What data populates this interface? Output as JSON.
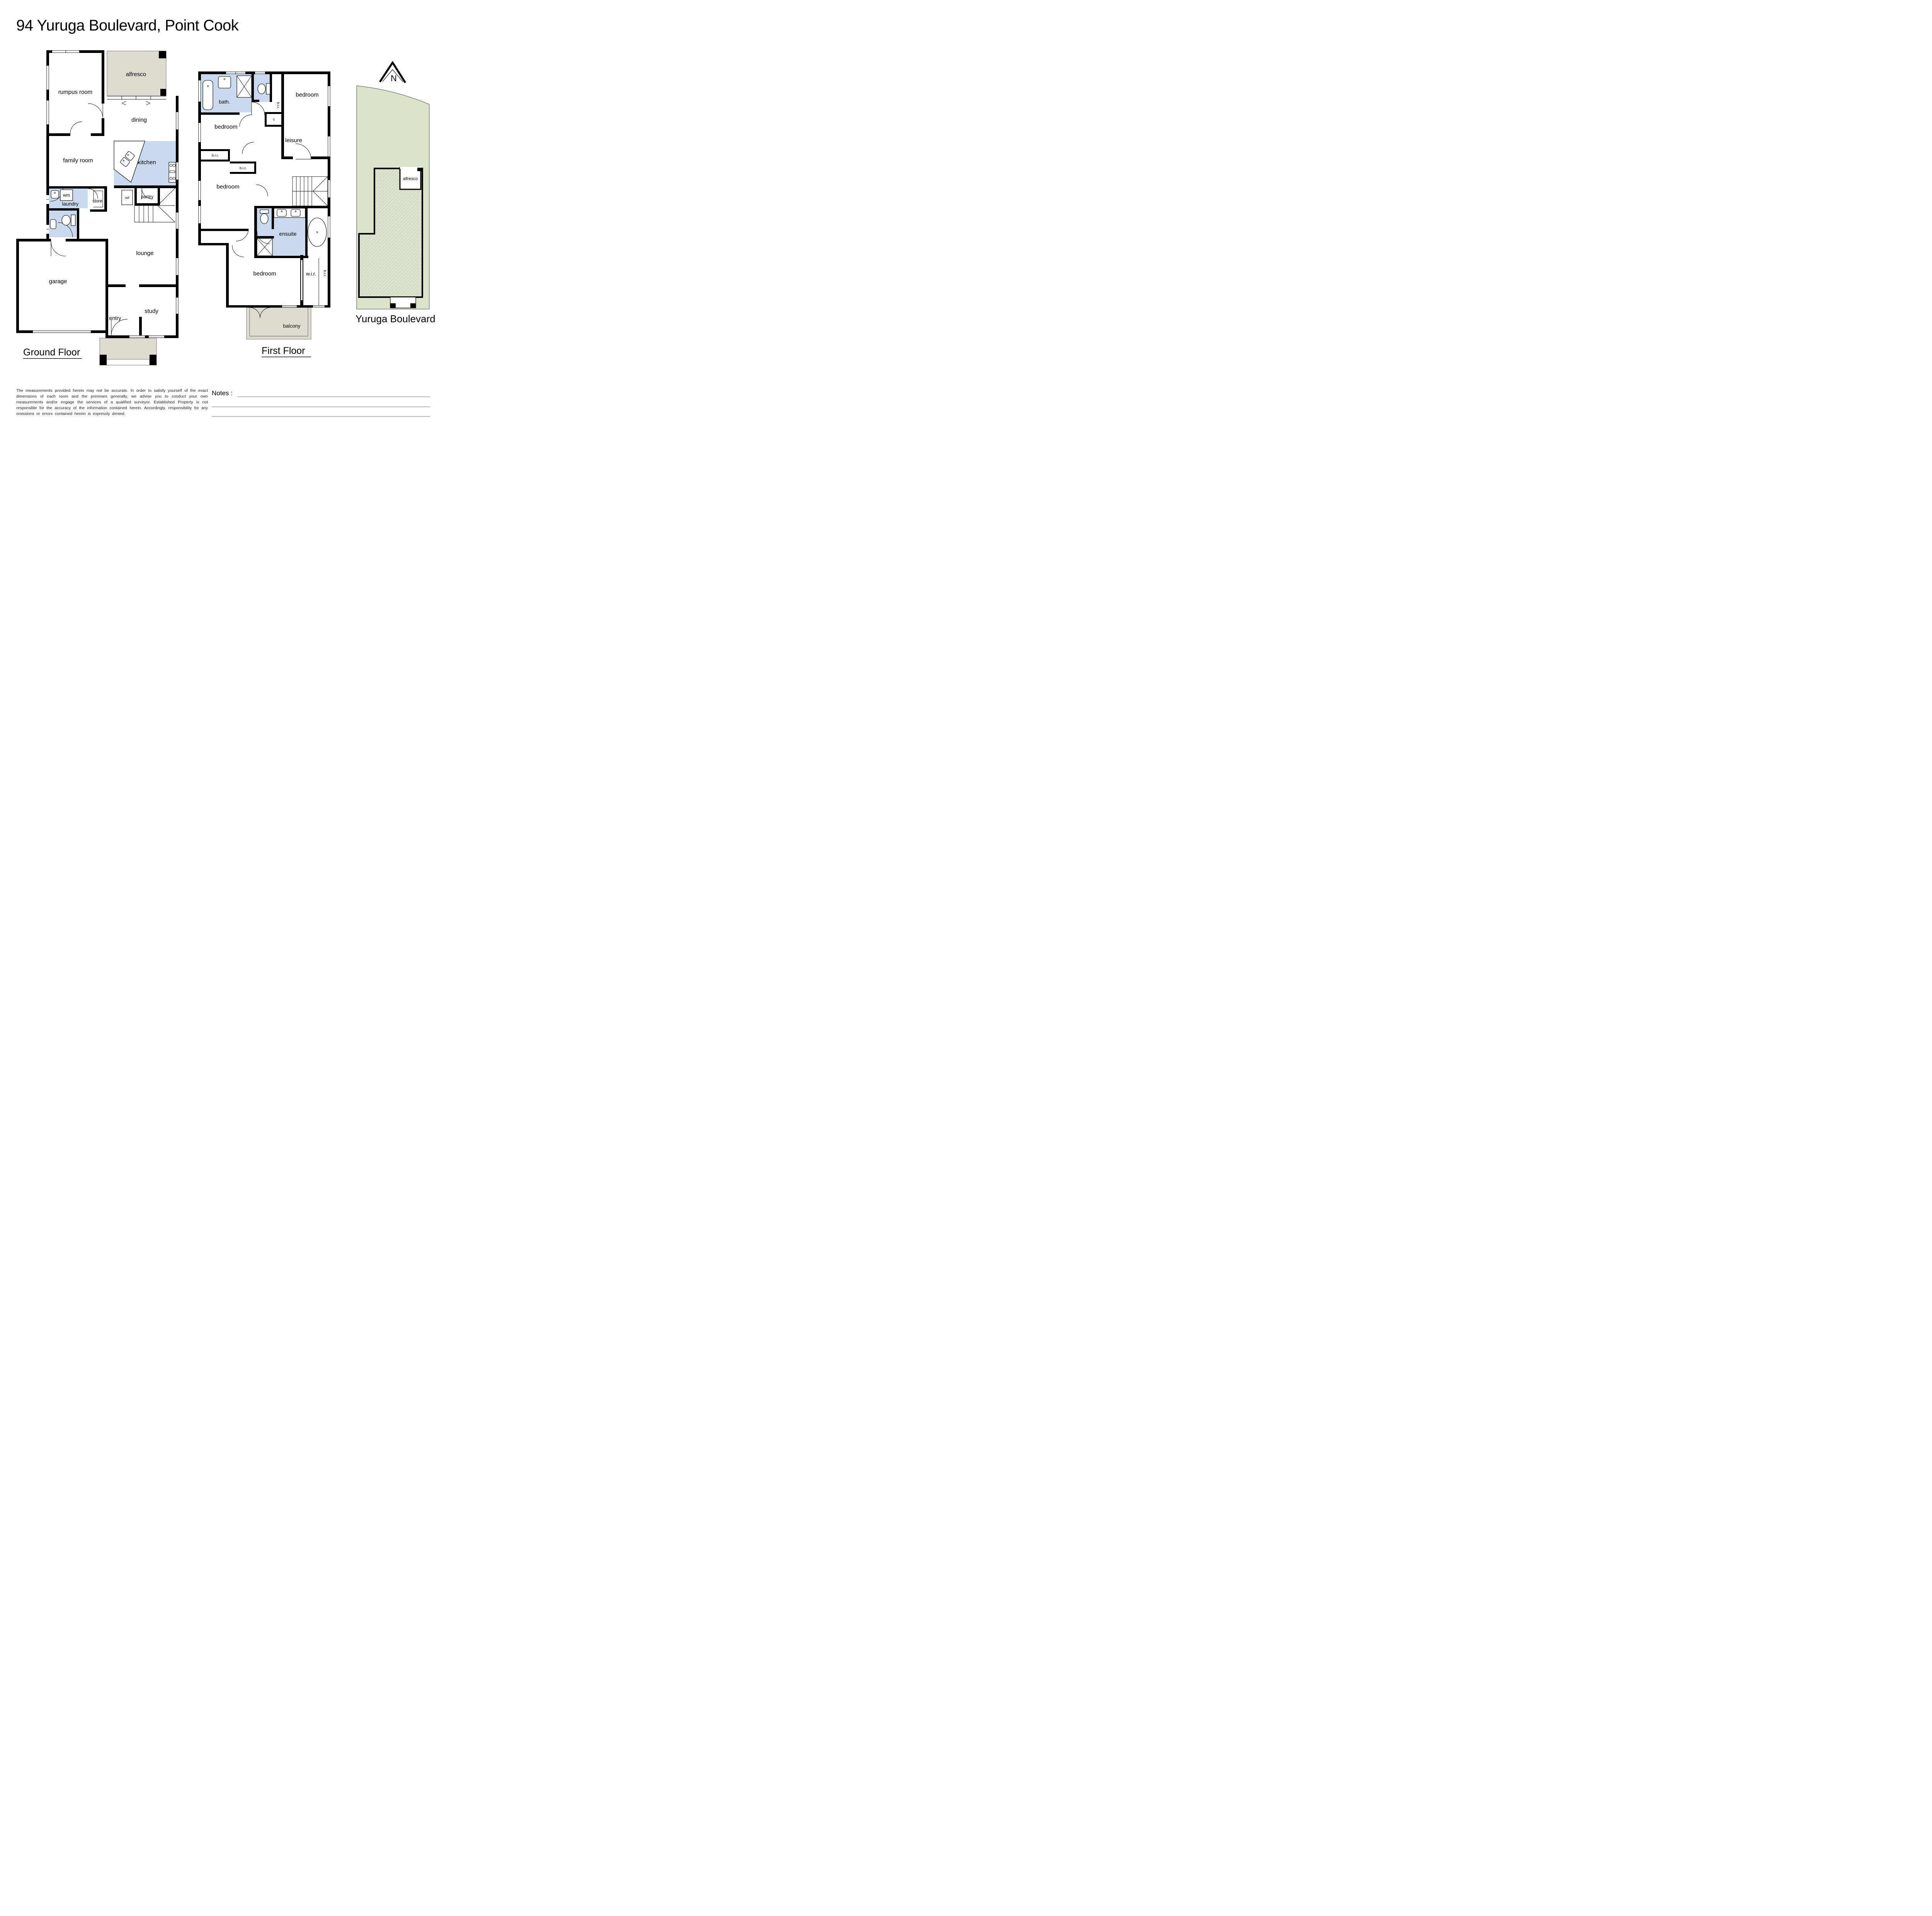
{
  "title": "94 Yuruga Boulevard, Point Cook",
  "ground_floor": {
    "label": "Ground Floor",
    "rooms": {
      "rumpus": "rumpus room",
      "alfresco": "alfresco",
      "dining": "dining",
      "family": "family room",
      "kitchen": "kitchen",
      "laundry": "laundry",
      "wm": "wm",
      "store": "store",
      "ref": "ref",
      "pantry": "pantry",
      "lounge": "lounge",
      "garage": "garage",
      "entry": "entry",
      "study": "study"
    }
  },
  "first_floor": {
    "label": "First Floor",
    "rooms": {
      "bath": "bath.",
      "c_cupboard": "c",
      "bir_top": "b.i.r.",
      "bedroom_top": "bedroom",
      "bedroom_mid": "bedroom",
      "leisure": "leisure",
      "bir_a": "b.i.r.",
      "bir_b": "b.i.r.",
      "bedroom_lower": "bedroom",
      "ensuite": "ensuite",
      "bedroom_master": "bedroom",
      "wir": "w.i.r.",
      "bir_master": "b.i.r.",
      "balcony": "balcony"
    }
  },
  "site_plan": {
    "north": "N",
    "alfresco": "alfresco",
    "street": "Yuruga Boulevard"
  },
  "notes": {
    "label": "Notes :"
  },
  "disclaimer": "The measurements provided herein may not be accurate. In order to satisfy yourself of the exact dimensions of each room and the premises generally, we advise you to conduct your own measurements and/or engage the services of a qualified surveyor. Established Property is not responsible for the accuracy of the information contained herein. Accordingly, responsibility for any omissions or errors contained herein is expressly denied.",
  "colors": {
    "wet_area": "#c9daee",
    "outdoor": "#dedbd0",
    "lot": "#dbe4c8",
    "wall": "#000000",
    "hatch": "#c9c9c9",
    "notes_line": "#b3b3b3"
  }
}
